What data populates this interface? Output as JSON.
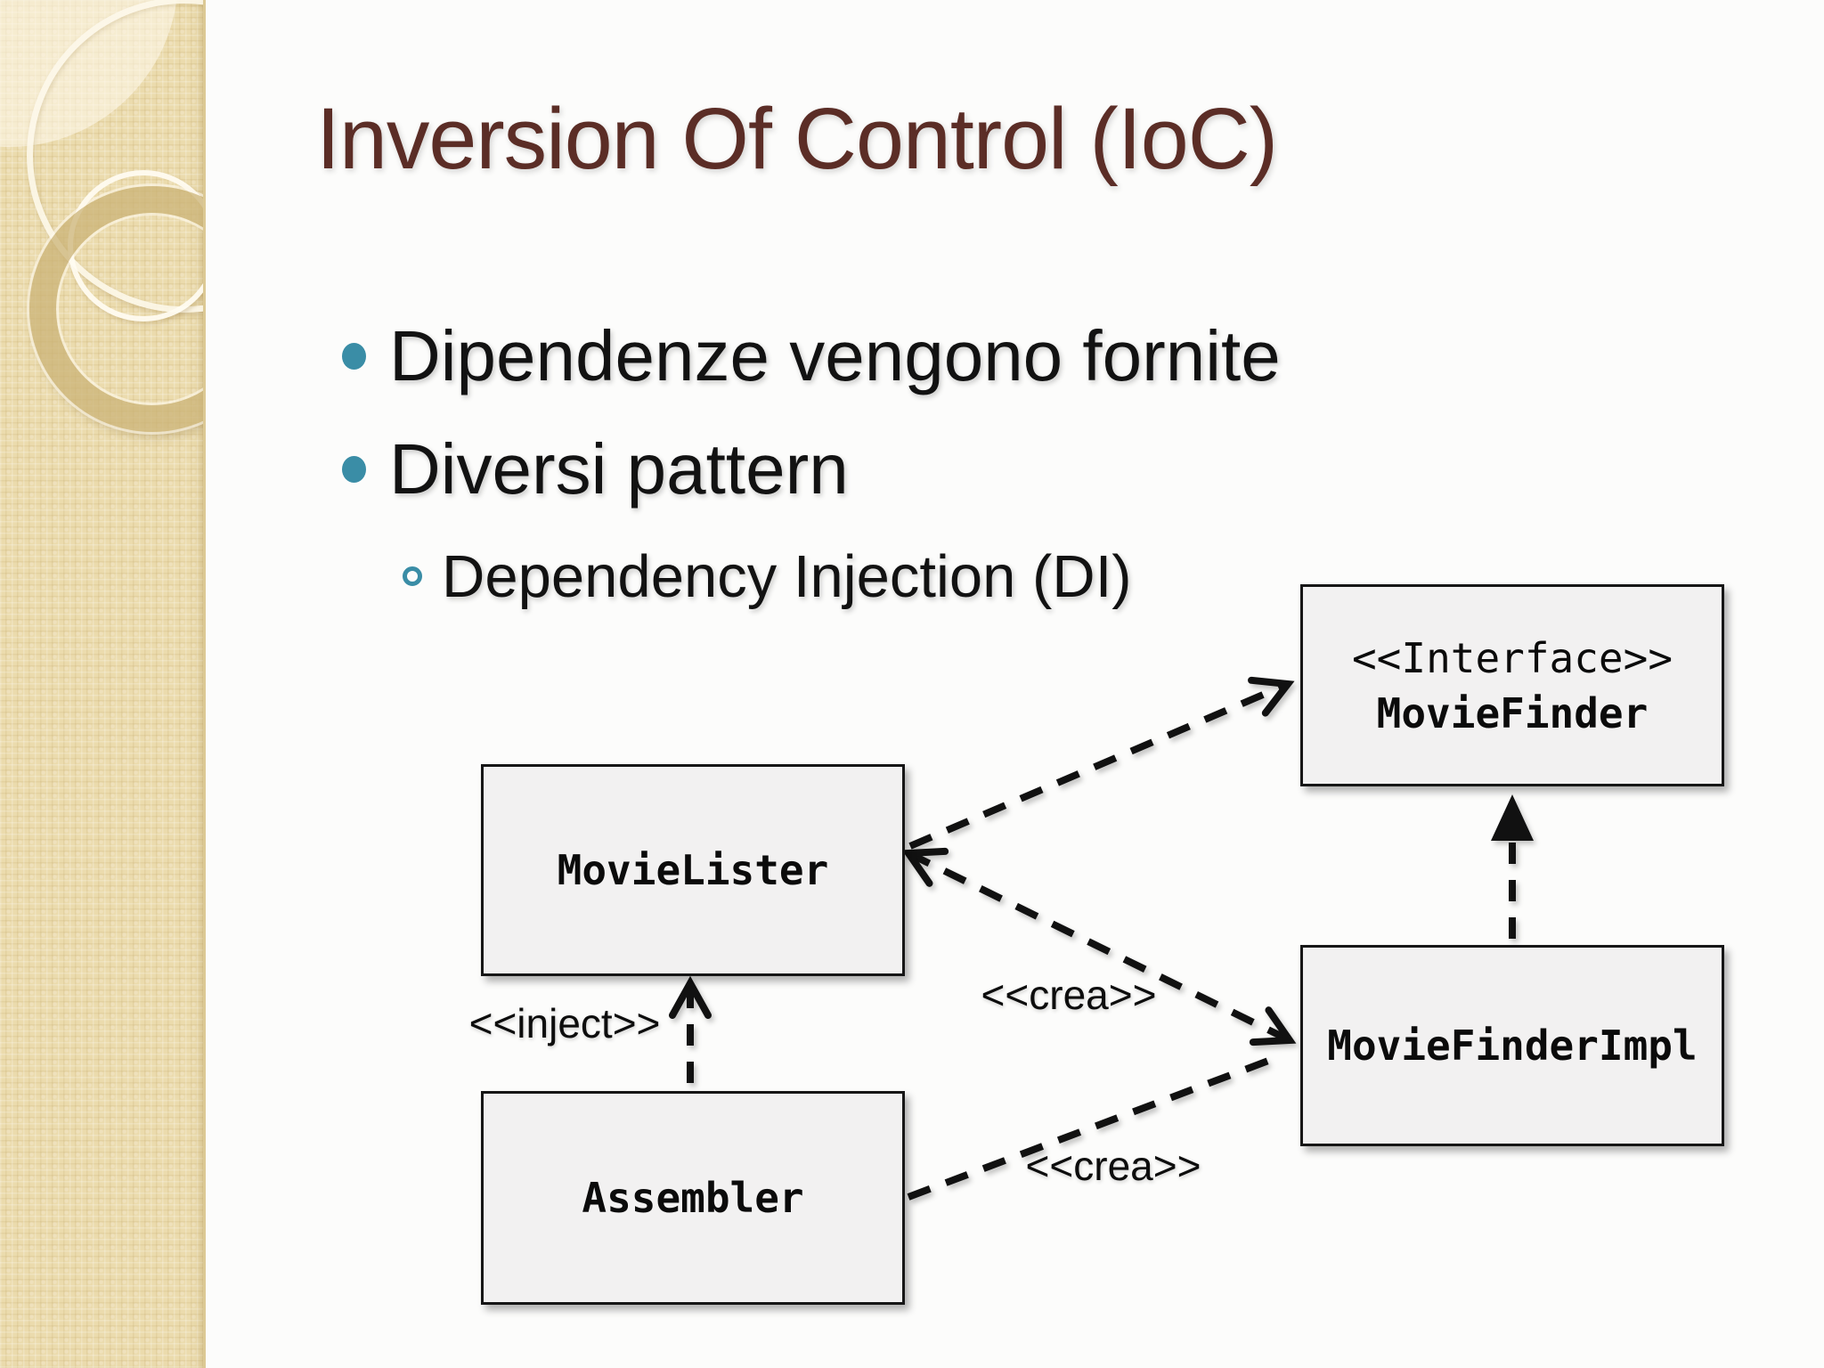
{
  "slide": {
    "title": "Inversion Of Control (IoC)",
    "bullets": [
      {
        "level": 1,
        "text": "Dipendenze vengono fornite"
      },
      {
        "level": 1,
        "text": "Diversi pattern"
      },
      {
        "level": 2,
        "text": "Dependency Injection (DI)"
      }
    ]
  },
  "diagram": {
    "nodes": {
      "movielister": {
        "label": "MovieLister"
      },
      "assembler": {
        "label": "Assembler"
      },
      "moviefinder": {
        "stereotype": "<<Interface>>",
        "label": "MovieFinder"
      },
      "moviefinderimpl": {
        "label": "MovieFinderImpl"
      }
    },
    "edges": [
      {
        "from": "movielister",
        "to": "moviefinder",
        "style": "dashed",
        "arrow": "open",
        "label": ""
      },
      {
        "from": "movielister",
        "to": "moviefinderimpl",
        "style": "dashed",
        "arrow": "open-both-ends",
        "label": "<<crea>>"
      },
      {
        "from": "assembler",
        "to": "moviefinderimpl",
        "style": "dashed",
        "arrow": "open",
        "label": "<<crea>>"
      },
      {
        "from": "assembler",
        "to": "movielister",
        "style": "dashed",
        "arrow": "open",
        "label": "<<inject>>"
      },
      {
        "from": "moviefinderimpl",
        "to": "moviefinder",
        "style": "dashed",
        "arrow": "triangle",
        "label": ""
      }
    ]
  },
  "colors": {
    "title": "#5b2d26",
    "bullet_marker": "#3a8da6",
    "body_text": "#121212",
    "sidebar": "#ebdbad",
    "node_fill": "#f2f1f1",
    "node_border": "#161616",
    "background": "#fcfcfb"
  }
}
